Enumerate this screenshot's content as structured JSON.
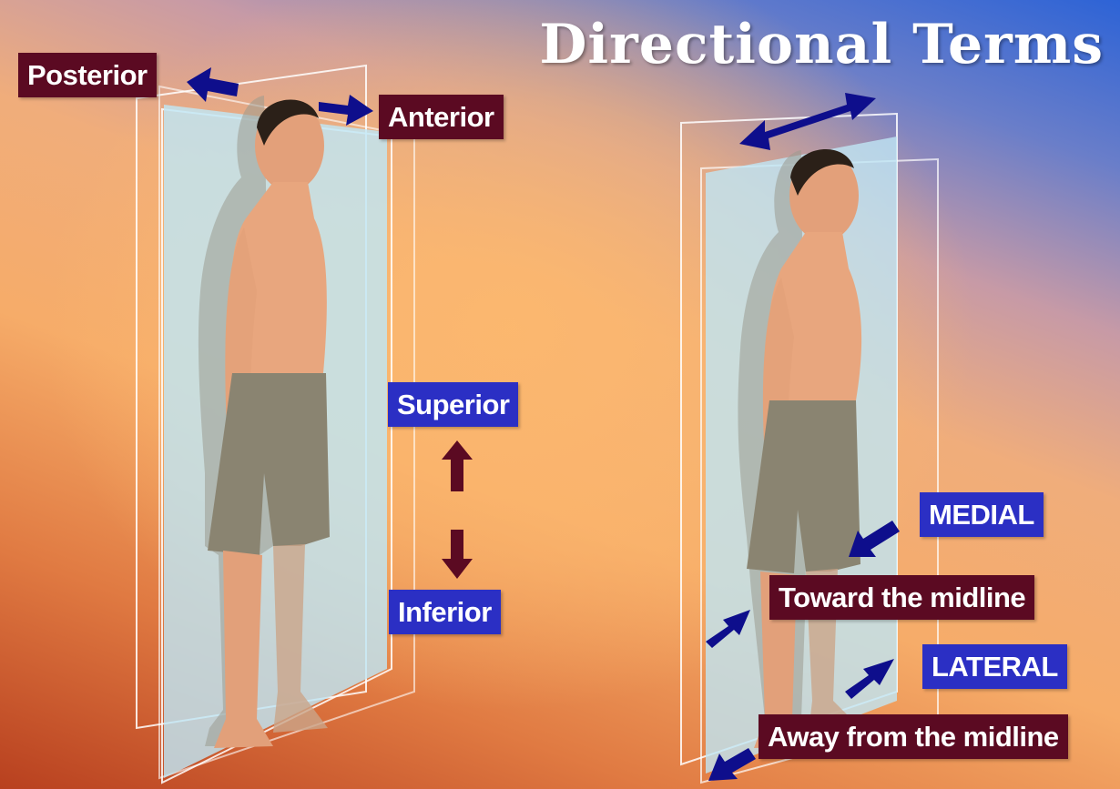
{
  "title": "Directional Terms",
  "labels": {
    "posterior": "Posterior",
    "anterior": "Anterior",
    "superior": "Superior",
    "inferior": "Inferior",
    "medial": "MEDIAL",
    "toward_midline": "Toward the midline",
    "lateral": "LATERAL",
    "away_midline": "Away from the midline"
  },
  "colors": {
    "label_maroon": "#5b0a22",
    "label_blue": "#2b2fc4",
    "arrow_blue": "#0e0e8c",
    "arrow_maroon": "#5b0a22",
    "plane": "#bfe6f5",
    "skin": "#e9a77c",
    "shorts": "#8a8471"
  }
}
